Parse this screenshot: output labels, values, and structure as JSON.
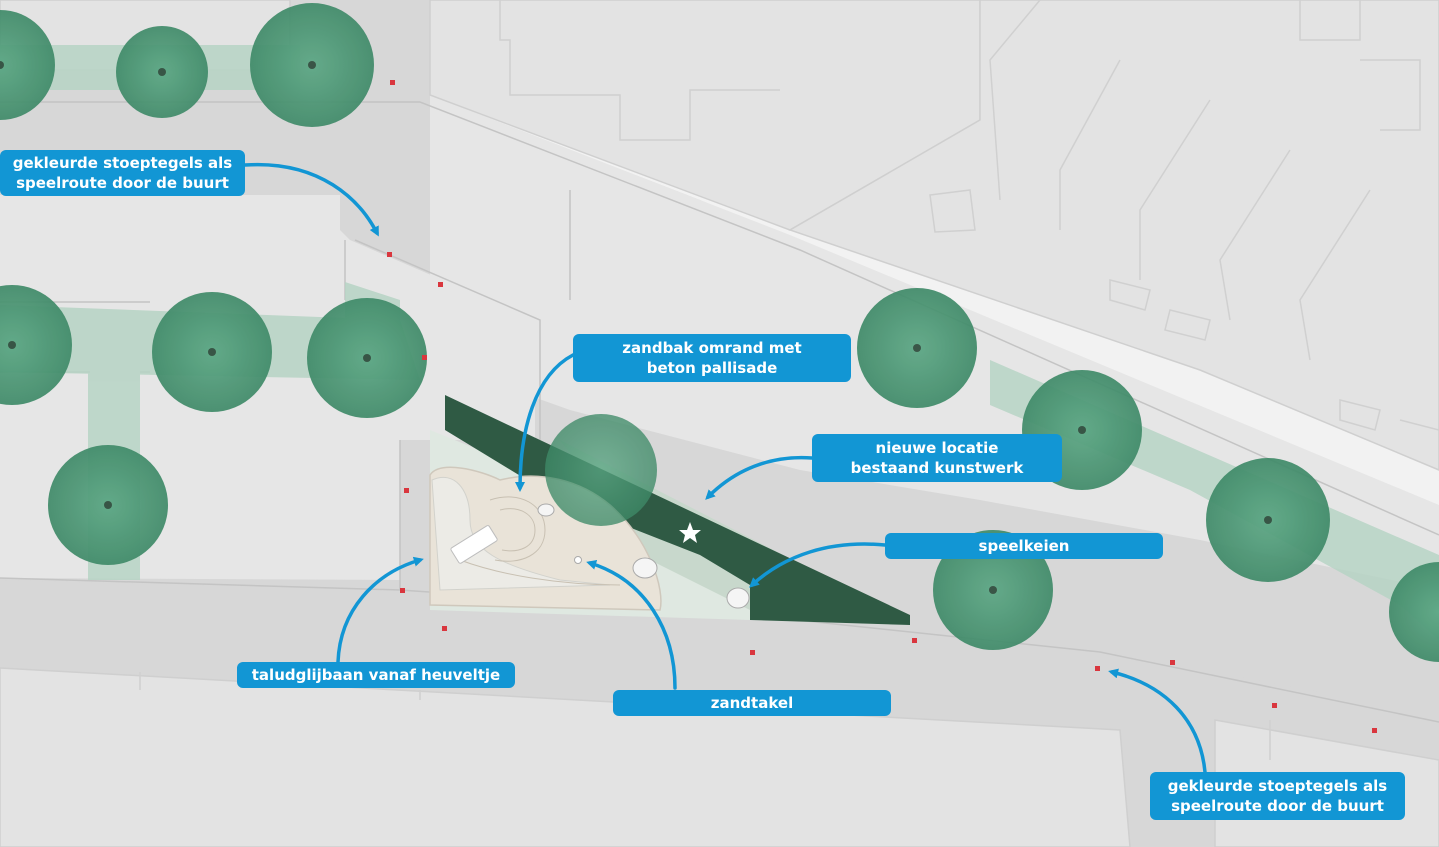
{
  "callouts": {
    "stoeptegels_top": "gekleurde stoeptegels als\nspeelroute door de buurt",
    "zandbak": "zandbak omrand met\nbeton pallisade",
    "kunstwerk": "nieuwe locatie\nbestaand kunstwerk",
    "speelkeien": "speelkeien",
    "taludglijbaan": "taludglijbaan vanaf heuveltje",
    "zandtakel": "zandtakel",
    "stoeptegels_bottom": "gekleurde stoeptegels als\nspeelroute door de buurt"
  },
  "colors": {
    "callout_bg": "#1296d4",
    "callout_text": "#ffffff",
    "arrow": "#1296d4",
    "building": "#e0e0e0",
    "street": "#d6d6d6",
    "planting_dark": "#2f5a44",
    "tree": "#4f9a78",
    "marker": "#d9363e"
  },
  "icons": [
    "tree-icon",
    "star-icon",
    "tile-marker-icon",
    "arrow-icon"
  ]
}
